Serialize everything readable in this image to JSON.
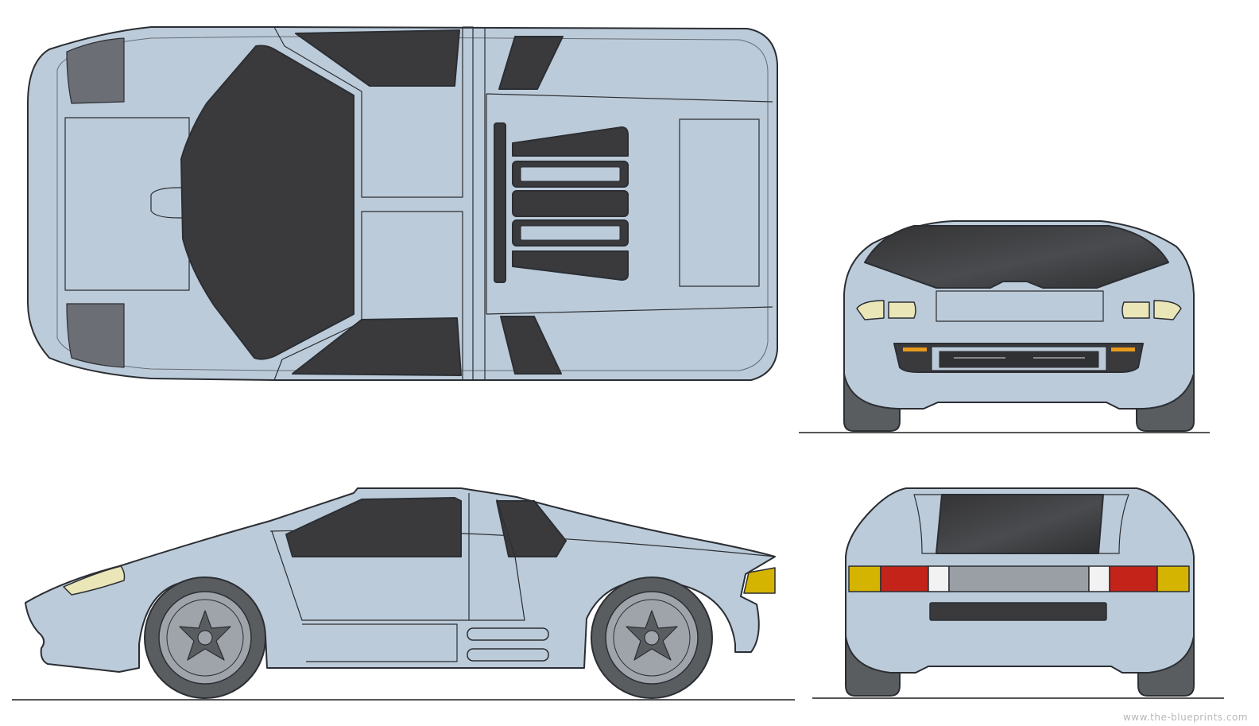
{
  "watermark": "www.the-blueprints.com",
  "colors": {
    "body": "#bccbd9",
    "body_highlight": "#d6e0ea",
    "outline": "#2b2e33",
    "glass": "#3a3a3c",
    "light_glass": "#6b6e74",
    "tire": "#5a5d60",
    "wheel": "#9ea4aa",
    "headlight": "#ebe6b8",
    "indicator_amber": "#d4b400",
    "tail_red": "#c4231a",
    "reverse_white": "#f2f2f2",
    "rear_panel": "#9a9fa6",
    "ground": "#555555",
    "orange_marker": "#e89a1c"
  },
  "views": [
    {
      "name": "top view"
    },
    {
      "name": "front view"
    },
    {
      "name": "side view"
    },
    {
      "name": "rear view"
    }
  ]
}
